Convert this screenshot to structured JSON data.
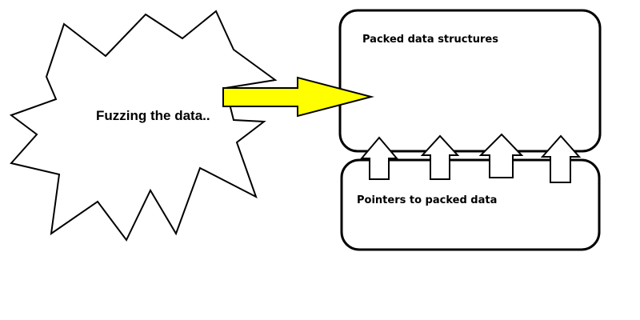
{
  "burst": {
    "label": "Fuzzing the data.."
  },
  "top_box": {
    "label": "Packed data structures"
  },
  "bottom_box": {
    "label": "Pointers to packed data"
  },
  "colors": {
    "background": "#ffffff",
    "stroke": "#000000",
    "arrow_fill": "#ffff00"
  },
  "pointer_arrows_count_visible": 4
}
